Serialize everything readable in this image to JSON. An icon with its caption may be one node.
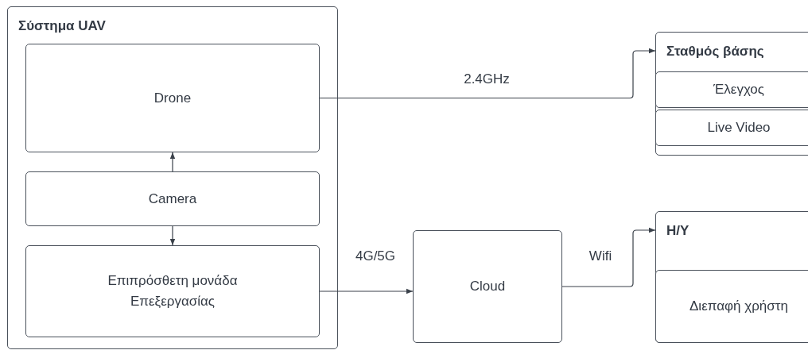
{
  "diagram": {
    "nodes": [
      {
        "text": [
          "Σύστημα UAV"
        ]
      },
      {
        "text": [
          "Drone"
        ],
        "in": 0
      },
      {
        "text": [
          "Camera"
        ],
        "in": 0
      },
      {
        "text": [
          "Επιπρόσθετη μονάδα Επεξεργασίας"
        ],
        "in": 0
      },
      {
        "text": [
          "Σταθμός βάσης"
        ]
      },
      {
        "text": [
          "Έλεγχος"
        ],
        "in": 4
      },
      {
        "text": [
          "Live Video"
        ],
        "in": 4
      },
      {
        "text": [
          "Cloud"
        ]
      },
      {
        "text": [
          "H/Y"
        ]
      },
      {
        "text": [
          "Διεπαφή χρήστη"
        ],
        "in": 8
      }
    ],
    "edges": [
      {
        "from": 2,
        "to": 1,
        "arrow": "to"
      },
      {
        "from": 2,
        "to": 3,
        "arrow": "to"
      },
      {
        "from": 1,
        "to": 4,
        "arrow": "to",
        "label": "2.4GHz"
      },
      {
        "from": 3,
        "to": 7,
        "arrow": "to",
        "label": "4G/5G"
      },
      {
        "from": 7,
        "to": 8,
        "arrow": "to",
        "label": "Wifi"
      }
    ]
  }
}
